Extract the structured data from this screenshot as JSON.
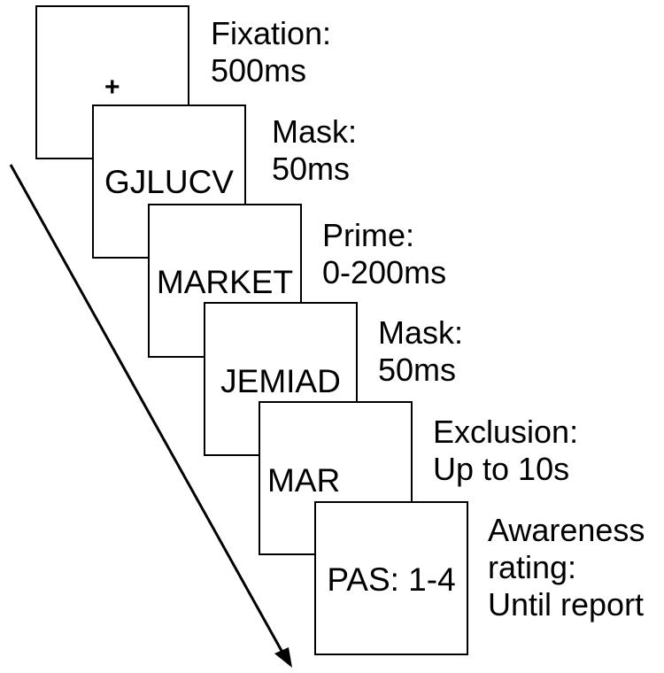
{
  "steps": [
    {
      "stimulus": "+",
      "label_lines": [
        "Fixation:",
        "500ms"
      ]
    },
    {
      "stimulus": "GJLUCV",
      "label_lines": [
        "Mask:",
        "50ms"
      ]
    },
    {
      "stimulus": "MARKET",
      "label_lines": [
        "Prime:",
        "0-200ms"
      ]
    },
    {
      "stimulus": "JEMIAD",
      "label_lines": [
        "Mask:",
        "50ms"
      ]
    },
    {
      "stimulus": "MAR",
      "label_lines": [
        "Exclusion:",
        "Up to 10s"
      ]
    },
    {
      "stimulus": "PAS: 1-4",
      "label_lines": [
        "Awareness",
        "rating:",
        "Until report"
      ]
    }
  ],
  "colors": {
    "stroke": "#000000",
    "background": "#ffffff"
  },
  "icons": {
    "time_arrow": "arrow-down-right-icon"
  }
}
